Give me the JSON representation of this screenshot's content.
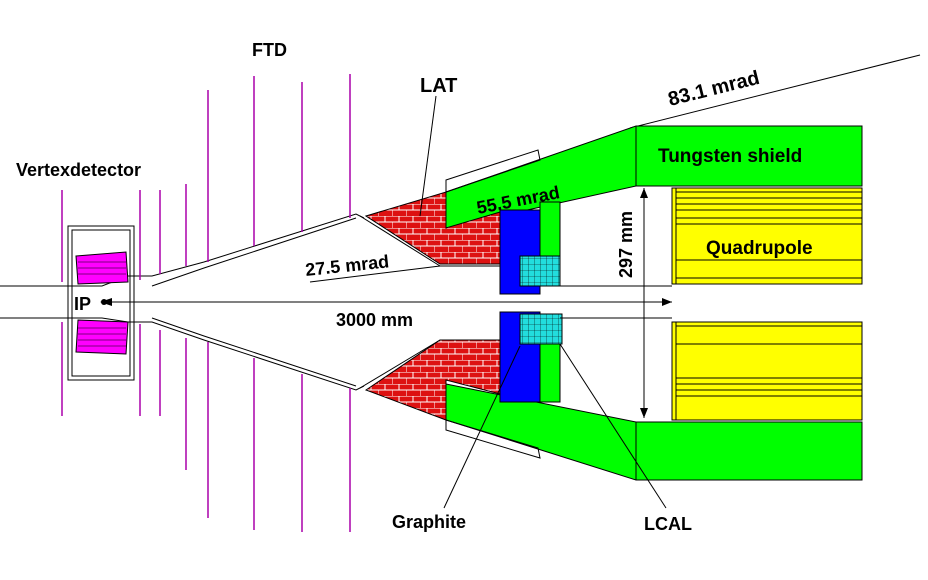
{
  "labels": {
    "ftd": "FTD",
    "lat": "LAT",
    "vertexdetector": "Vertexdetector",
    "ip": "IP",
    "angle_83": "83.1 mrad",
    "angle_55": "55.5 mrad",
    "angle_27": "27.5 mrad",
    "tungsten_shield": "Tungsten shield",
    "quadrupole": "Quadrupole",
    "dim_297": "297 mm",
    "dim_3000": "3000 mm",
    "graphite": "Graphite",
    "lcal": "LCAL"
  },
  "colors": {
    "tungsten": "#00ff00",
    "quadrupole": "#ffff00",
    "lat": "#dd1111",
    "graphite": "#0000ff",
    "lcal": "#22dddd",
    "vertex": "#ff00ff",
    "ftd_disk": "#aa00aa"
  }
}
